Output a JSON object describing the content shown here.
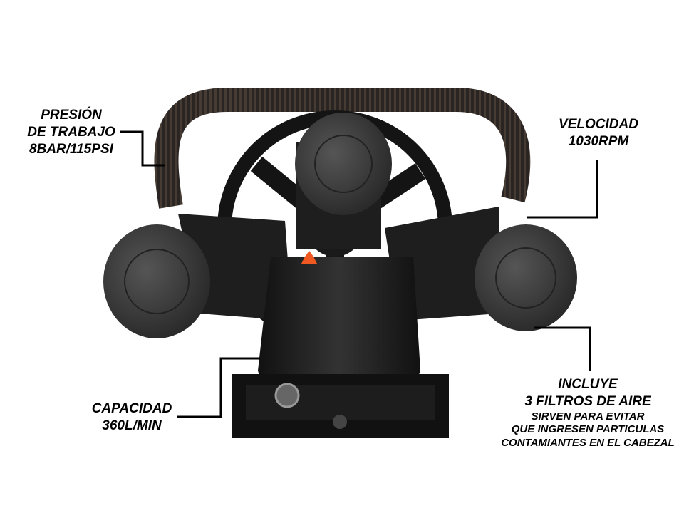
{
  "callouts": {
    "pressure": {
      "line1": "PRESIÓN",
      "line2": "DE TRABAJO",
      "line3": "8BAR/115PSI"
    },
    "speed": {
      "line1": "VELOCIDAD",
      "line2": "1030RPM"
    },
    "capacity": {
      "line1": "CAPACIDAD",
      "line2": "360L/MIN"
    },
    "filters": {
      "line1": "INCLUYE",
      "line2": "3 FILTROS DE AIRE",
      "line3": "SIRVEN PARA EVITAR",
      "line4": "QUE INGRESEN PARTICULAS",
      "line5": "CONTAMIANTES EN EL CABEZAL"
    }
  },
  "colors": {
    "metal": "#1c1c1c",
    "filter": "#3a3a3a",
    "valve": "#f05a22",
    "line": "#000000"
  }
}
